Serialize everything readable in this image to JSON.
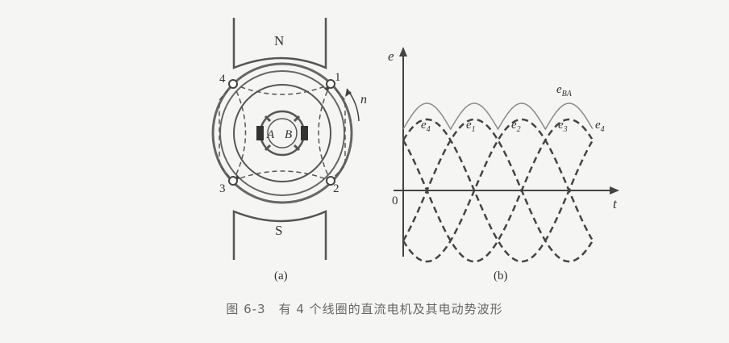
{
  "panel_a": {
    "label": "(a)",
    "pole_north": "N",
    "pole_south": "S",
    "brush_a": "A",
    "brush_b": "B",
    "rotation_label": "n",
    "coil_numbers": [
      "1",
      "2",
      "3",
      "4"
    ]
  },
  "panel_b": {
    "label": "(b)",
    "y_axis_label": "e",
    "x_axis_label": "t",
    "origin_label": "0",
    "sum_label": "BA",
    "curve_labels": [
      {
        "main": "e",
        "sub": "4"
      },
      {
        "main": "e",
        "sub": "1"
      },
      {
        "main": "e",
        "sub": "2"
      },
      {
        "main": "e",
        "sub": "3"
      },
      {
        "main": "e",
        "sub": "4"
      }
    ]
  },
  "caption": "图 6-3　有 4 个线圈的直流电机及其电动势波形",
  "colors": {
    "line": "#555555",
    "dashed": "#444444",
    "sum_curve": "#8a8a8a"
  }
}
